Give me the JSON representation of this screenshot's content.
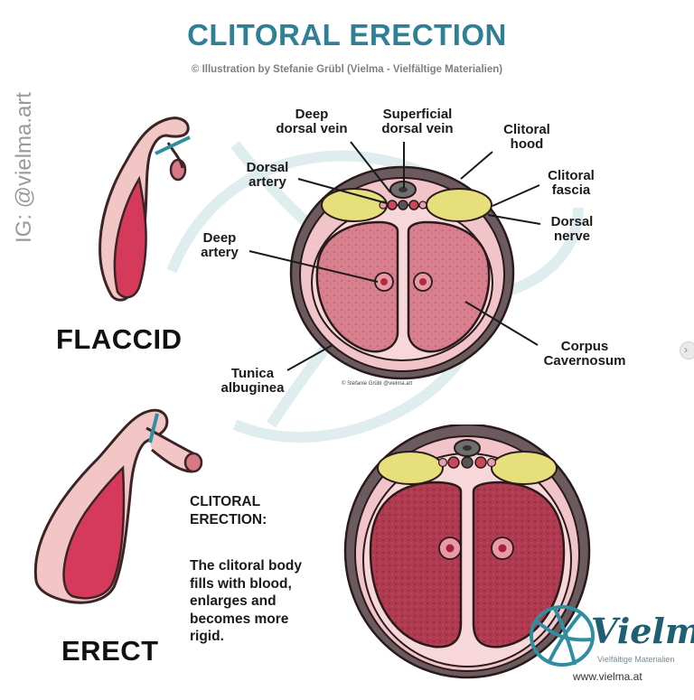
{
  "side_tag": "IG: @vielma.art",
  "title": "CLITORAL ERECTION",
  "credit": "© Illustration by Stefanie Grübl (Vielma - Vielfältige Materialien)",
  "labels": {
    "deep_dorsal_vein": [
      "Deep",
      "dorsal vein"
    ],
    "superficial_dorsal_vein": [
      "Superficial",
      "dorsal vein"
    ],
    "clitoral_hood": [
      "Clitoral",
      "hood"
    ],
    "dorsal_artery": [
      "Dorsal",
      "artery"
    ],
    "clitoral_fascia": [
      "Clitoral",
      "fascia"
    ],
    "dorsal_nerve": [
      "Dorsal",
      "nerve"
    ],
    "deep_artery": [
      "Deep",
      "artery"
    ],
    "corpus_cavernosum": [
      "Corpus",
      "Cavernosum"
    ],
    "tunica_albuginea": [
      "Tunica",
      "albuginea"
    ]
  },
  "states": {
    "flaccid": "FLACCID",
    "erect": "ERECT"
  },
  "description": {
    "heading_1": "CLITORAL",
    "heading_2": "ERECTION:",
    "lines": [
      "The clitoral body",
      "fills with blood,",
      "enlarges and",
      "becomes more",
      "rigid."
    ]
  },
  "signature": "© Stefanie Grübl  @vielma.art",
  "brand": {
    "name": "Vielma",
    "tagline": "Vielfältige Materialien",
    "url": "www.vielma.at"
  },
  "colors": {
    "title": "#2f7f96",
    "skin": "#f3c6c6",
    "skin_outline": "#4a2a2a",
    "erectile_tissue": "#d63a5a",
    "cavernosum_flaccid": "#d47c8c",
    "cavernosum_erect": "#b03a4e",
    "fascia_outer": "#6a5a5e",
    "tunica": "#f6d2d6",
    "nerve": "#e8e07a",
    "brand_teal": "#2f8fa0",
    "watermark": "#dceff2"
  },
  "icons": [
    "vielma-logo-icon",
    "next-arrow-icon"
  ]
}
